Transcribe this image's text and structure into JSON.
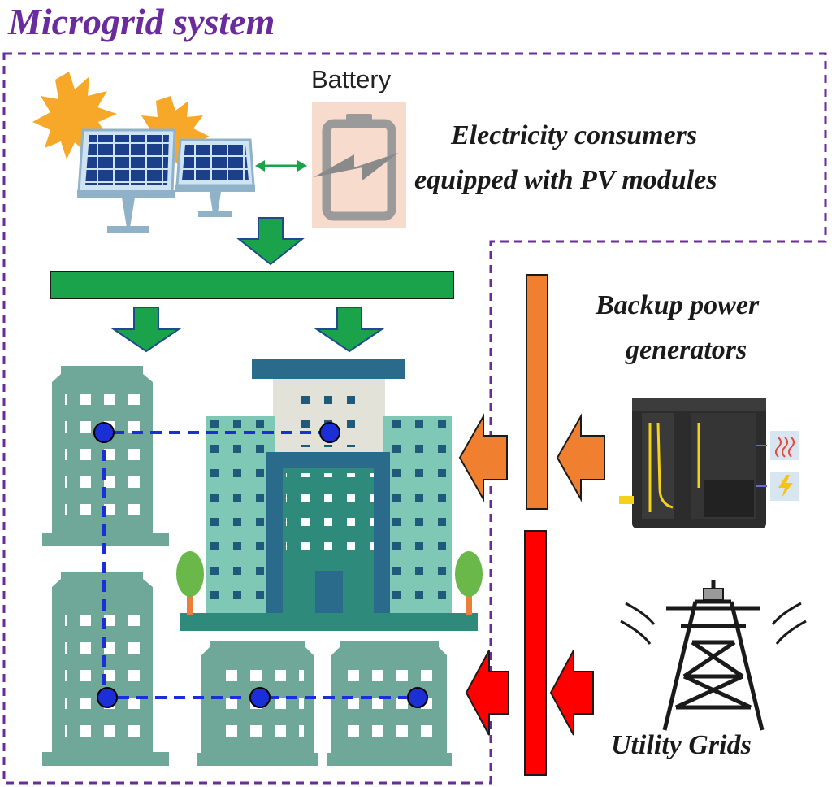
{
  "title": "Microgrid system",
  "battery_label": "Battery",
  "consumers_label": {
    "line1": "Electricity consumers",
    "line2": "equipped with PV modules"
  },
  "backup_label": {
    "line1": "Backup power",
    "line2": "generators"
  },
  "utility_label": "Utility Grids",
  "colors": {
    "boundary": "#6a2c9c",
    "pv_bus": "#1aa34a",
    "generator_bus": "#f08030",
    "grid_bus": "#ff0000",
    "network_line": "#1a2fd6",
    "building": "#6fa898"
  },
  "icons": [
    "sun-icon",
    "solar-panel-icon",
    "battery-icon",
    "building-icon",
    "generator-icon",
    "transmission-tower-icon"
  ]
}
